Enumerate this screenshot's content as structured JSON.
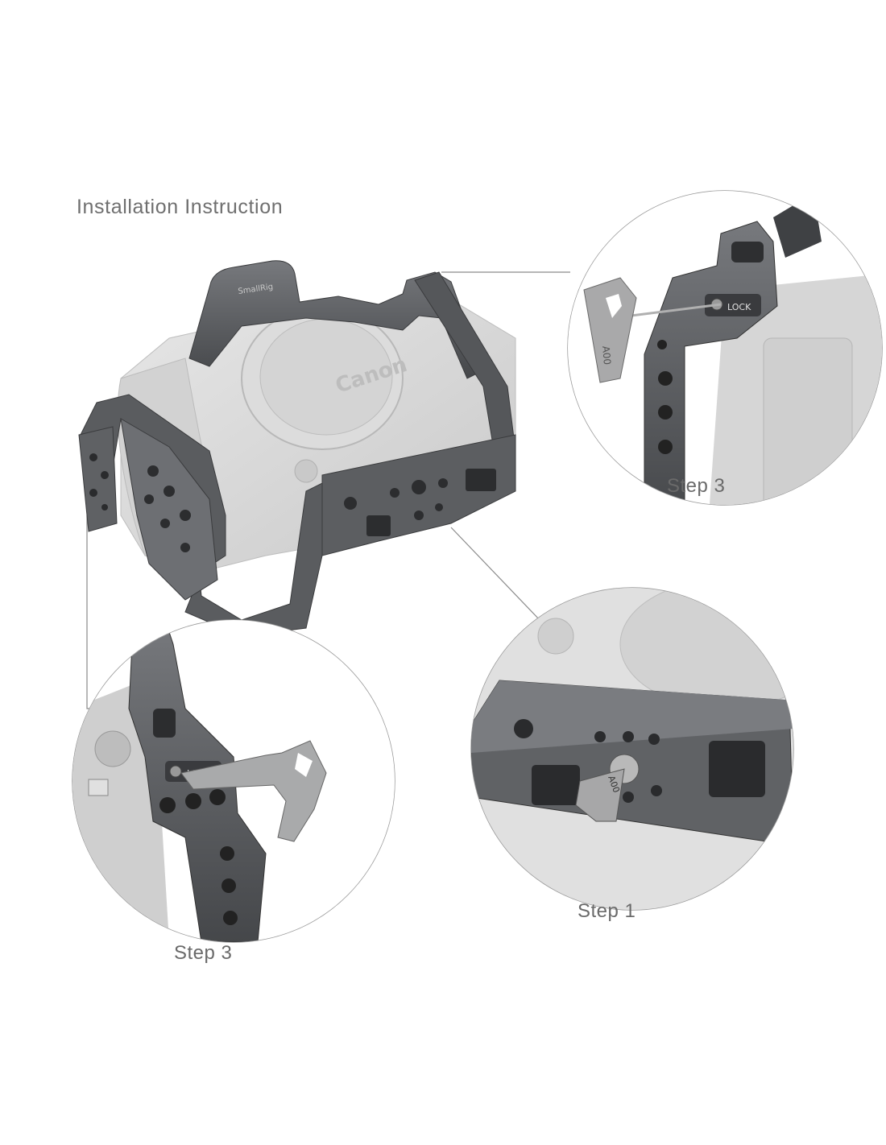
{
  "page": {
    "title": "Installation Instruction"
  },
  "product": {
    "brand_mark": "SmallRig",
    "camera_logo": "Canon"
  },
  "details": [
    {
      "label": "Step 3",
      "key_marking": "A00",
      "lock_marking": "LOCK"
    },
    {
      "label": "Step 1",
      "key_marking": "A00"
    },
    {
      "label": "Step 3",
      "lock_marking": "LOCK"
    }
  ],
  "colors": {
    "cage_dark": "#4b4d50",
    "cage_mid": "#6a6c70",
    "camera_body": "#d9d9d9",
    "callout_line": "#8a8a8a",
    "label_text": "#6a6a6a"
  }
}
